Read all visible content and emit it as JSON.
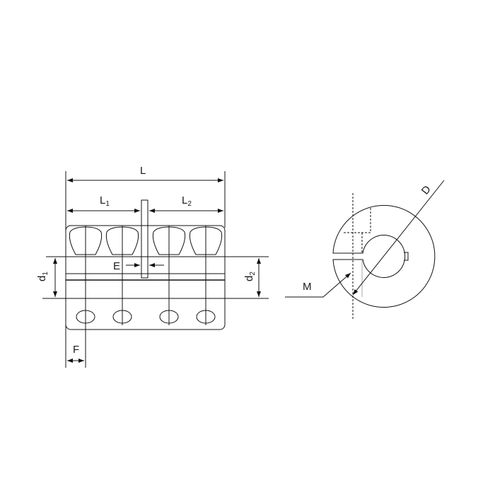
{
  "labels": {
    "L": "L",
    "L1": "L",
    "L1_sub": "1",
    "L2": "L",
    "L2_sub": "2",
    "E": "E",
    "d1": "d",
    "d1_sub": "1",
    "d2": "d",
    "d2_sub": "2",
    "F": "F",
    "M": "M",
    "D": "D"
  },
  "colors": {
    "line": "#111111",
    "background": "#ffffff"
  }
}
